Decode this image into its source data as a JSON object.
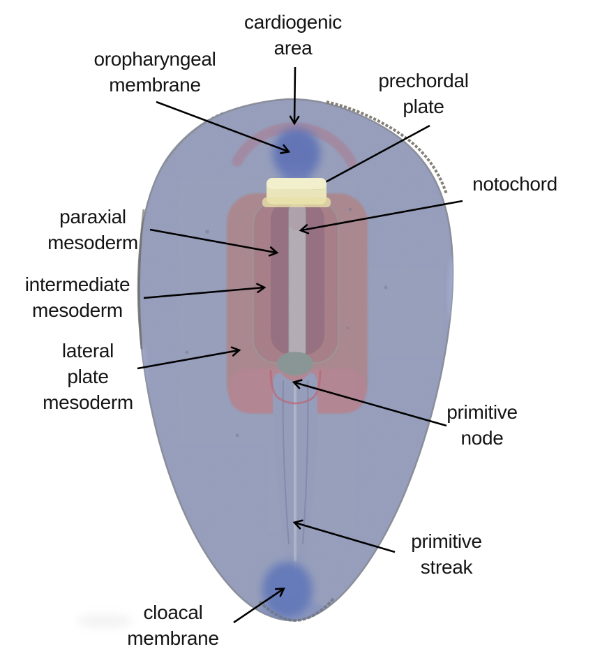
{
  "figure": {
    "type": "labeled-diagram",
    "subject": "Embryonic disc (dorsal view) with mesoderm regions highlighted"
  },
  "labels": [
    {
      "id": "cardiogenic-area",
      "lines": [
        "cardiogenic",
        "area"
      ]
    },
    {
      "id": "oropharyngeal-membrane",
      "lines": [
        "oropharyngeal",
        "membrane"
      ]
    },
    {
      "id": "prechordal-plate",
      "lines": [
        "prechordal",
        "plate"
      ]
    },
    {
      "id": "notochord",
      "lines": [
        "notochord"
      ]
    },
    {
      "id": "paraxial-mesoderm",
      "lines": [
        "paraxial",
        "mesoderm"
      ]
    },
    {
      "id": "intermediate-mesoderm",
      "lines": [
        "intermediate",
        "mesoderm"
      ]
    },
    {
      "id": "lateral-plate-mesoderm",
      "lines": [
        "lateral",
        "plate",
        "mesoderm"
      ]
    },
    {
      "id": "primitive-node",
      "lines": [
        "primitive",
        "node"
      ]
    },
    {
      "id": "primitive-streak",
      "lines": [
        "primitive",
        "streak"
      ]
    },
    {
      "id": "cloacal-membrane",
      "lines": [
        "cloacal",
        "membrane"
      ]
    }
  ],
  "colors": {
    "embryo_body": "#a6b0cf",
    "cardiogenic_crescent": "#bb8ba2",
    "membrane_blue": "#4d69c6",
    "prechordal_plate": "#ede9bc",
    "lateral_plate_mesoderm": "#c98983",
    "intermediate_mesoderm": "#c27b7c",
    "paraxial_mesoderm": "#a5646e",
    "notochord_stripe": "#d6c6c4",
    "primitive_node": "#8fa18f",
    "caudal_mesoderm_band": "#d4868e",
    "notch_outline_red": "#e2525c",
    "label_text": "#141414",
    "arrow": "#000000"
  }
}
